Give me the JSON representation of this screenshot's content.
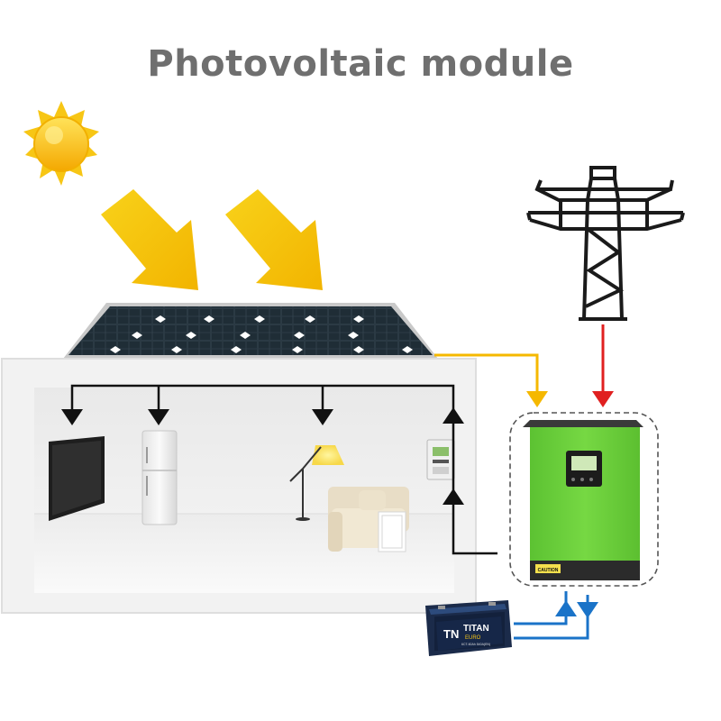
{
  "title": "Photovoltaic module",
  "battery": {
    "brand_mark": "TN",
    "brand": "TITAN",
    "model": "EURO",
    "spec": "6CT-60Ah 540A(EN)"
  },
  "inverter": {
    "caution_label": "CAUTION"
  },
  "colors": {
    "pv_line": "#f5b800",
    "grid_line": "#e02020",
    "battery_line": "#1a73c8",
    "load_line": "#111111",
    "inverter_body": "#6fcf3a",
    "sun": "#f7c615",
    "arrows": "#f5c518"
  },
  "icons": [
    "sun-icon",
    "sunlight-arrow-icon",
    "solar-panel-icon",
    "power-pylon-icon",
    "tv-icon",
    "fridge-icon",
    "lamp-icon",
    "sofa-icon",
    "meter-icon",
    "battery-icon",
    "inverter-icon"
  ]
}
